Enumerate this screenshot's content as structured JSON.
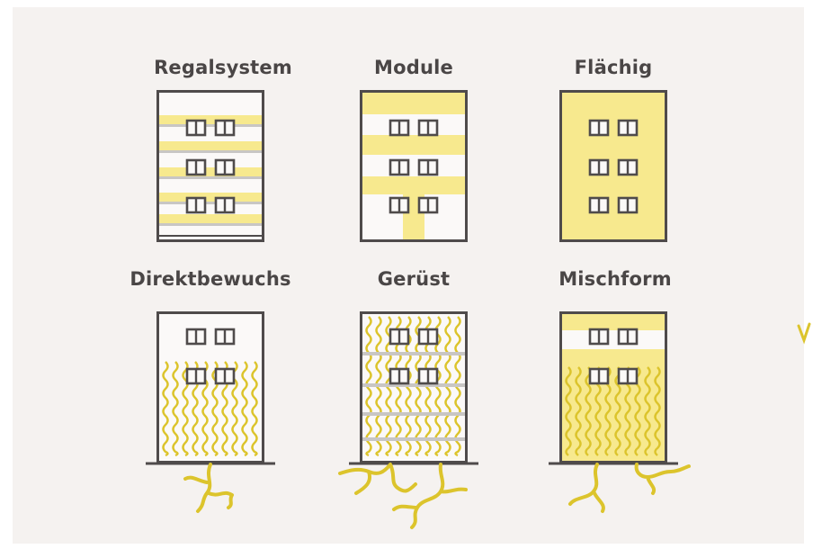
{
  "colors": {
    "background": "#f5f2f0",
    "outline": "#4f4b4b",
    "greening": "#f7e98e",
    "vine": "#dcc42c",
    "rail": "#c8c6c4",
    "wall": "#fbf9f8"
  },
  "icons": [
    "window-icon",
    "vine-icon",
    "root-icon"
  ],
  "types": [
    {
      "id": "regalsystem",
      "label": "Regalsystem"
    },
    {
      "id": "module",
      "label": "Module"
    },
    {
      "id": "flaechig",
      "label": "Flächig"
    },
    {
      "id": "direktbewuchs",
      "label": "Direktbewuchs"
    },
    {
      "id": "geruest",
      "label": "Gerüst"
    },
    {
      "id": "mischform",
      "label": "Mischform"
    }
  ]
}
